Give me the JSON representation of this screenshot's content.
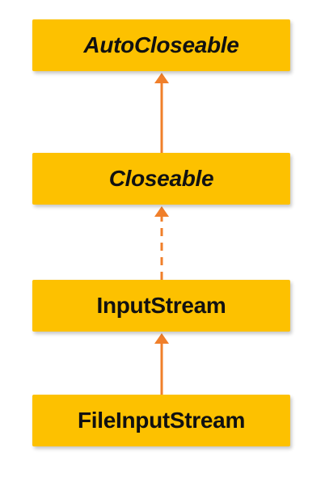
{
  "nodes": [
    {
      "id": "autocloseable",
      "label": "AutoCloseable",
      "kind": "interface"
    },
    {
      "id": "closeable",
      "label": "Closeable",
      "kind": "interface"
    },
    {
      "id": "inputstream",
      "label": "InputStream",
      "kind": "class"
    },
    {
      "id": "fileinputstream",
      "label": "FileInputStream",
      "kind": "class"
    }
  ],
  "edges": [
    {
      "from": "closeable",
      "to": "autocloseable",
      "style": "solid"
    },
    {
      "from": "inputstream",
      "to": "closeable",
      "style": "dashed"
    },
    {
      "from": "fileinputstream",
      "to": "inputstream",
      "style": "solid"
    }
  ],
  "colors": {
    "box_fill": "#fdc100",
    "arrow": "#f07f2a",
    "text": "#111111"
  }
}
